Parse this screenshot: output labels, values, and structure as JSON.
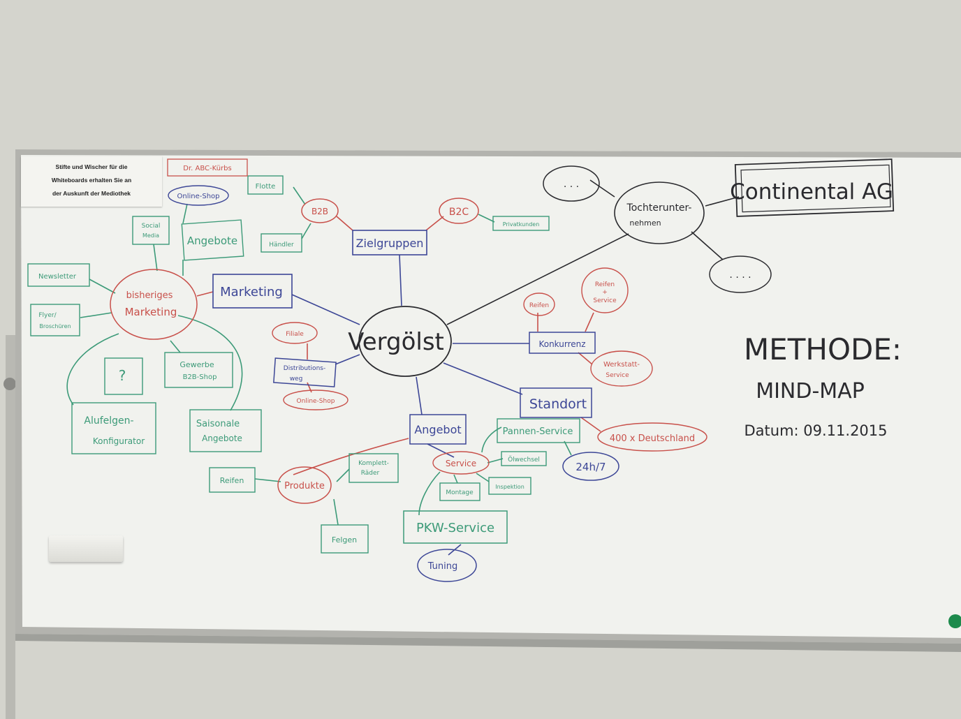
{
  "notice": {
    "line1": "Stifte und Wischer für die",
    "line2": "Whiteboards erhalten Sie an",
    "line3": "der Auskunft der Mediothek"
  },
  "method": {
    "heading": "METHODE:",
    "subheading": "MIND-MAP",
    "date_line": "Datum: 09.11.2015"
  },
  "central": "Vergölst",
  "nodes": {
    "continental": "Continental AG",
    "tochter": [
      "Tochterunter-",
      "nehmen"
    ],
    "dots_top": ". . .",
    "dots_bottom": ". . . .",
    "zielgruppen": "Zielgruppen",
    "b2b": "B2B",
    "b2c": "B2C",
    "flotte": "Flotte",
    "haendler": "Händler",
    "privatkunden": "Privatkunden",
    "marketing": "Marketing",
    "bisheriges_marketing": [
      "bisheriges",
      "Marketing"
    ],
    "dr_abc_kuerbs": "Dr. ABC-Kürbs",
    "online_shop_top": "Online-Shop",
    "social_media": [
      "Social",
      "Media"
    ],
    "angebote_mk": "Angebote",
    "newsletter": "Newsletter",
    "flyer": [
      "Flyer/",
      "Broschüren"
    ],
    "question": "?",
    "gewerbe": [
      "Gewerbe",
      "B2B-Shop"
    ],
    "alufelgen": [
      "Alufelgen-",
      "Konfigurator"
    ],
    "saisonale": [
      "Saisonale",
      "Angebote"
    ],
    "distribution": [
      "Distributions-",
      "weg"
    ],
    "filiale": "Filiale",
    "online_shop_dist": "Online-Shop",
    "konkurrenz": "Konkurrenz",
    "reifen_k": "Reifen",
    "reifen_service": [
      "Reifen",
      "+",
      "Service"
    ],
    "werkstatt_service": [
      "Werkstatt-",
      "Service"
    ],
    "standort": "Standort",
    "deutschland": "400 x Deutschland",
    "angebot": "Angebot",
    "service": "Service",
    "pannen_service": "Pannen-Service",
    "h24": "24h/7",
    "oelwechsel": "Ölwechsel",
    "montage": "Montage",
    "inspektion": "Inspektion",
    "pkw_service": "PKW-Service",
    "tuning": "Tuning",
    "produkte": "Produkte",
    "komplett_raeder": [
      "Komplett-",
      "Räder"
    ],
    "reifen_p": "Reifen",
    "felgen": "Felgen"
  },
  "colors": {
    "black": "#2a2a2e",
    "blue": "#3c4696",
    "red": "#c8504a",
    "green": "#3c9a78"
  }
}
